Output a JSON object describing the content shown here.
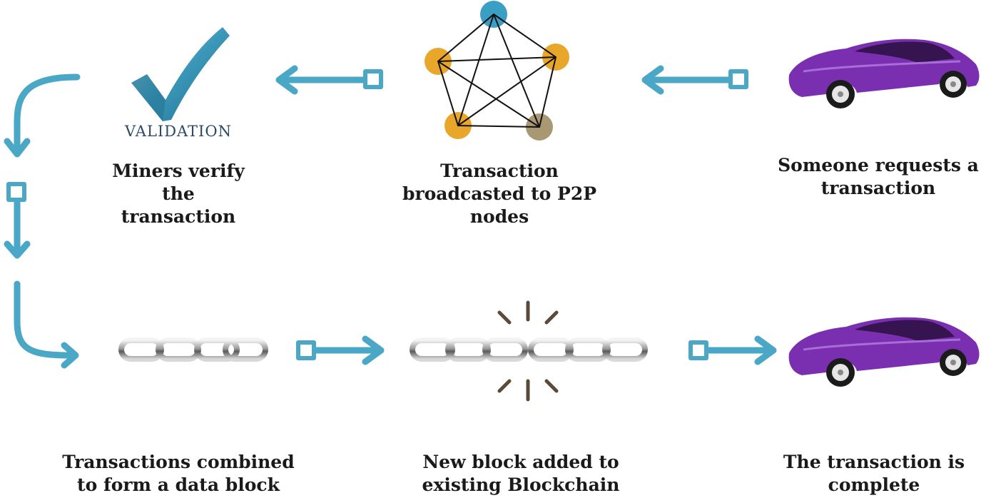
{
  "colors": {
    "arrow": "#4aa7c6",
    "car": "#7a2fb0",
    "node_orange": "#e8a62a",
    "node_blue": "#3b9ec5",
    "node_olive": "#a99874",
    "check": "#3b97b8"
  },
  "icons": {
    "validation": "checkmark-icon",
    "network": "p2p-network-icon",
    "car": "car-icon",
    "chain": "chain-icon",
    "broken_chain": "broken-chain-icon"
  },
  "steps": {
    "request": {
      "caption": "Someone requests a\ntransaction"
    },
    "broadcast": {
      "caption": "Transaction\nbroadcasted to P2P\nnodes"
    },
    "verify": {
      "caption": "Miners verify\nthe\ntransaction",
      "icon_label": "VALIDATION"
    },
    "combined": {
      "caption": "Transactions combined\nto form a data block"
    },
    "new_block": {
      "caption": "New block added to\nexisting Blockchain"
    },
    "complete": {
      "caption": "The transaction is\ncomplete"
    }
  }
}
